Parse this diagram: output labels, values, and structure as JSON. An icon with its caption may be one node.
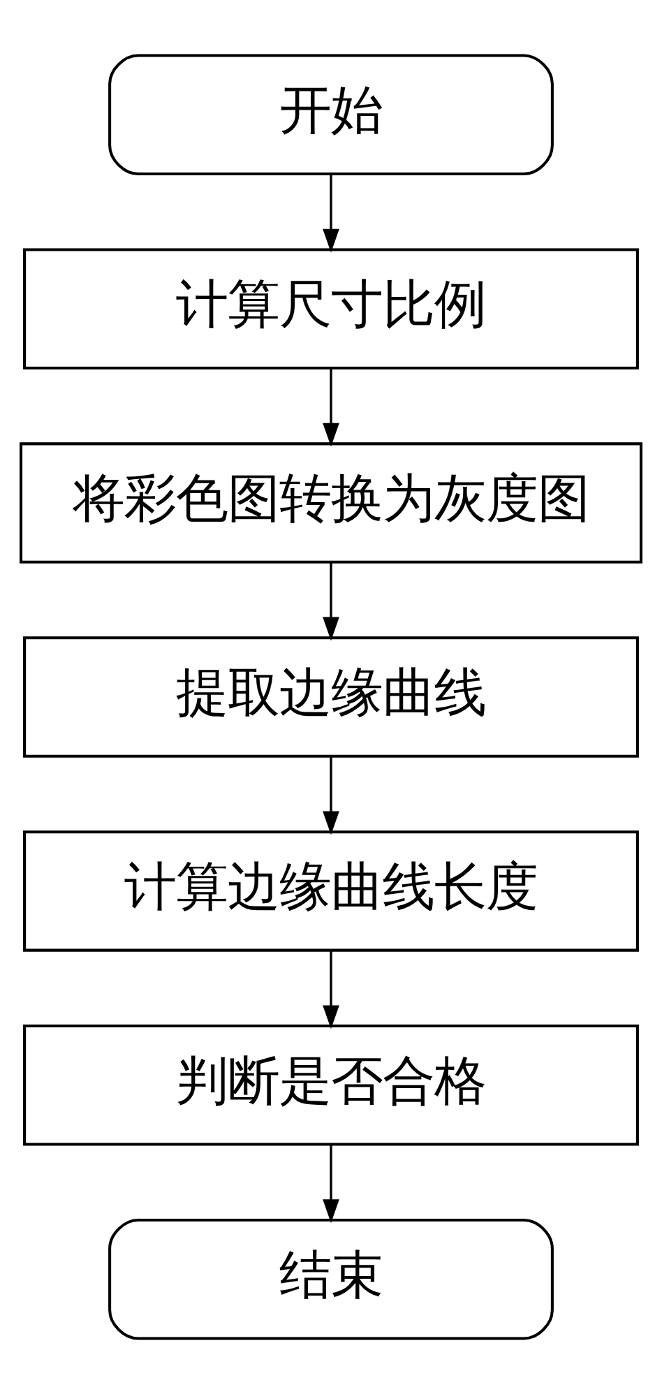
{
  "diagram": {
    "nodes": [
      {
        "text": [
          "开始"
        ]
      },
      {
        "text": [
          "计算尺寸比例"
        ]
      },
      {
        "text": [
          "将彩色图转换为灰度图"
        ]
      },
      {
        "text": [
          "提取边缘曲线"
        ]
      },
      {
        "text": [
          "计算边缘曲线长度"
        ]
      },
      {
        "text": [
          "判断是否合格"
        ]
      },
      {
        "text": [
          "结束"
        ]
      }
    ],
    "edges": [
      {
        "from": 0,
        "to": 1,
        "arrow": "to"
      },
      {
        "from": 1,
        "to": 2,
        "arrow": "to"
      },
      {
        "from": 2,
        "to": 3,
        "arrow": "to"
      },
      {
        "from": 3,
        "to": 4,
        "arrow": "to"
      },
      {
        "from": 4,
        "to": 5,
        "arrow": "to"
      },
      {
        "from": 5,
        "to": 6,
        "arrow": "to"
      }
    ]
  }
}
